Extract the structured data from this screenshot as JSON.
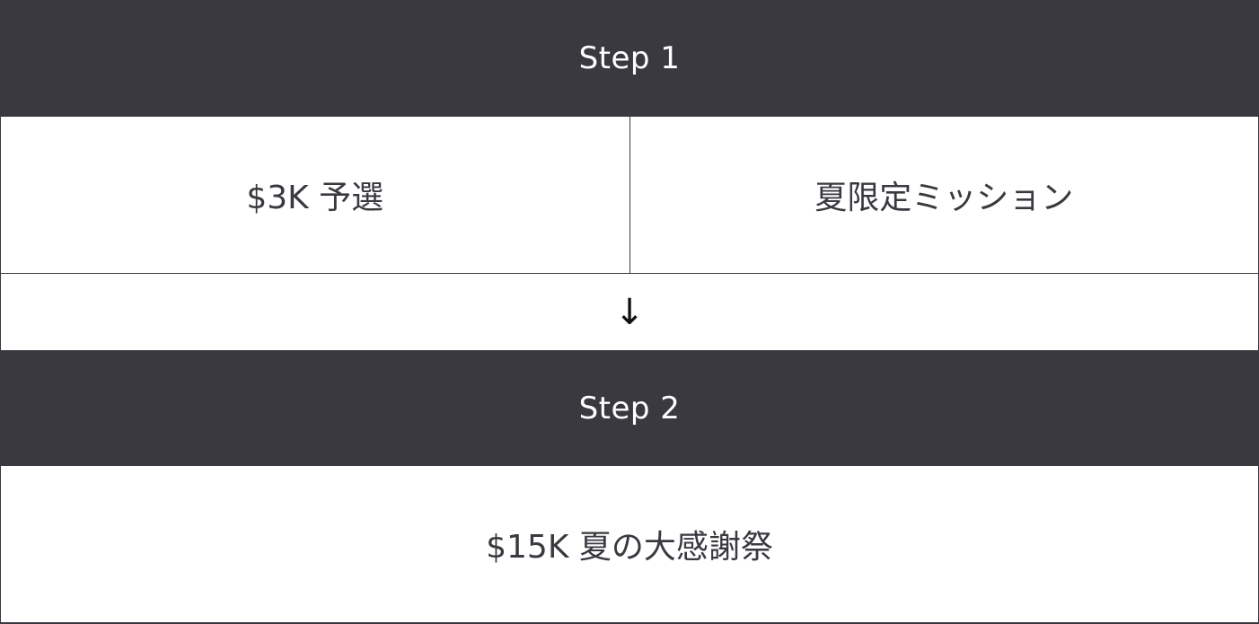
{
  "steps": [
    {
      "label": "Step 1",
      "items": [
        "$3K 予選",
        "夏限定ミッション"
      ]
    },
    {
      "label": "Step 2",
      "items": [
        "$15K 夏の大感謝祭"
      ]
    }
  ],
  "connector": {
    "arrow": "↓",
    "icon": "arrow-down-icon"
  },
  "colors": {
    "header_bg": "#3a393f",
    "header_text": "#ffffff",
    "cell_text": "#3a393f",
    "border": "#3a393f"
  }
}
